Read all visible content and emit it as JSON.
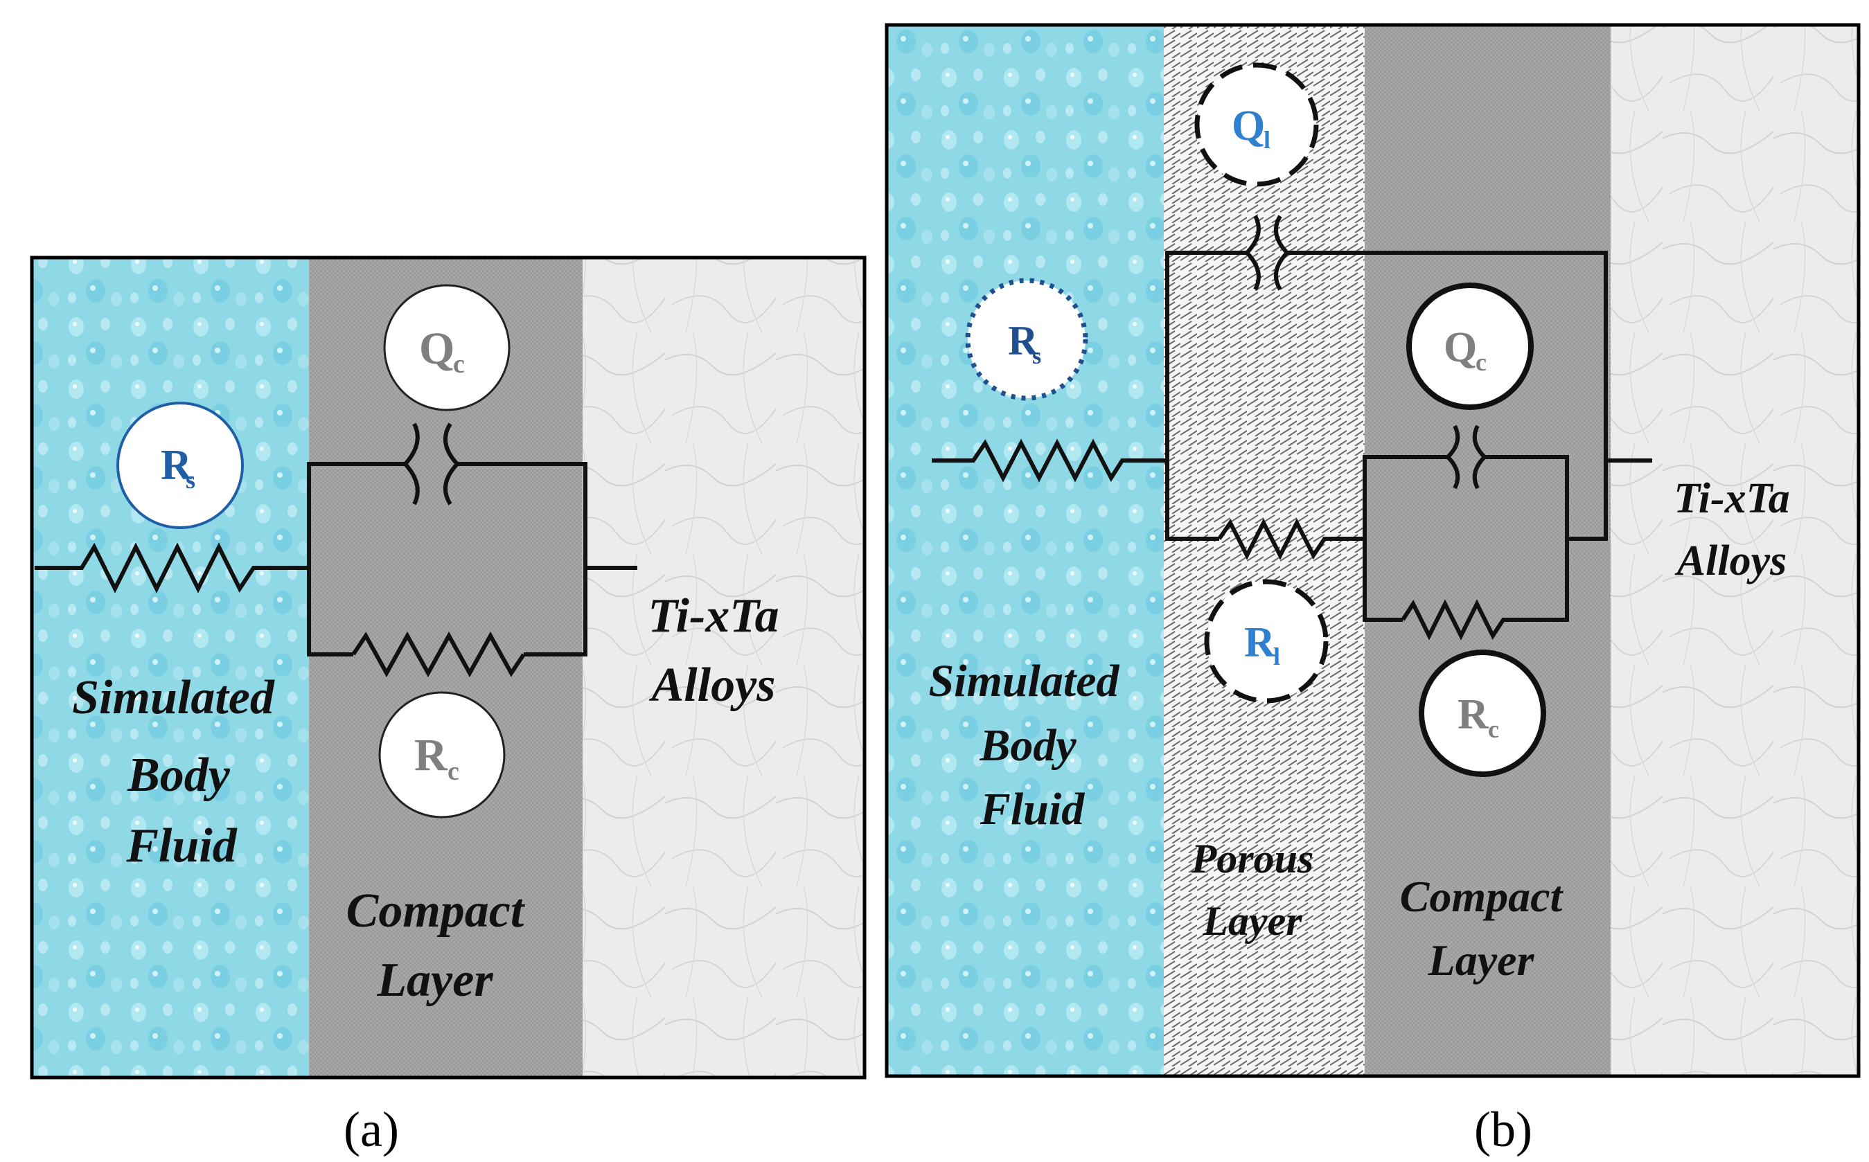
{
  "colors": {
    "fluid": "#8fd8e6",
    "fluid_dark": "#5fc0d4",
    "compact": "#a6a6a6",
    "alloy": "#ebebeb",
    "porous": "#f2f2f2",
    "circuit": "#111111",
    "label_gray": "#7f7f7f",
    "label_blue": "#1f5fa8",
    "label_lightblue": "#2f80d0"
  },
  "panel_a": {
    "caption": "(a)",
    "fluid_label": [
      "Simulated",
      "Body",
      "Fluid"
    ],
    "compact_label": [
      "Compact",
      "Layer"
    ],
    "alloy_label": [
      "Ti-xTa",
      "Alloys"
    ],
    "rs": {
      "main": "R",
      "sub": "s"
    },
    "qc": {
      "main": "Q",
      "sub": "c"
    },
    "rc": {
      "main": "R",
      "sub": "c"
    }
  },
  "panel_b": {
    "caption": "(b)",
    "fluid_label": [
      "Simulated",
      "Body",
      "Fluid"
    ],
    "porous_label": [
      "Porous",
      "Layer"
    ],
    "compact_label": [
      "Compact",
      "Layer"
    ],
    "alloy_label": [
      "Ti-xTa",
      "Alloys"
    ],
    "rs": {
      "main": "R",
      "sub": "s"
    },
    "ql": {
      "main": "Q",
      "sub": "l"
    },
    "rl": {
      "main": "R",
      "sub": "l"
    },
    "qc": {
      "main": "Q",
      "sub": "c"
    },
    "rc": {
      "main": "R",
      "sub": "c"
    }
  }
}
